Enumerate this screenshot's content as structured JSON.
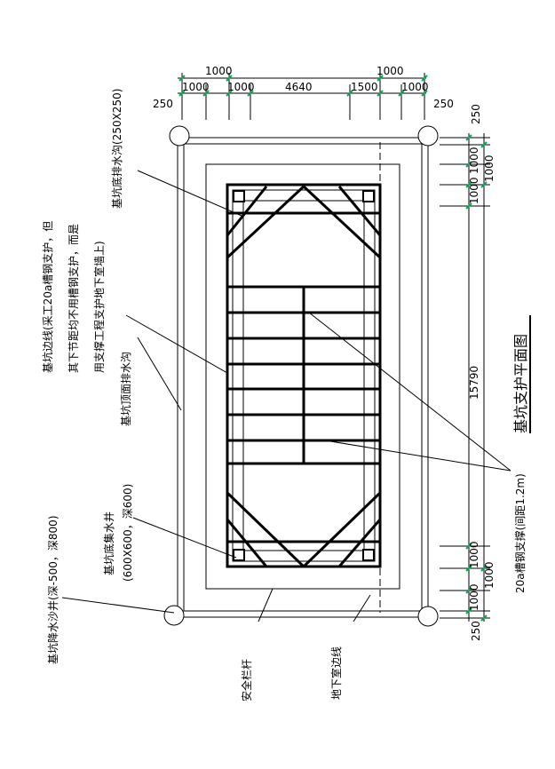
{
  "title": "基坑支护平面图",
  "dimensions": {
    "top_row1": [
      "1000",
      "1000"
    ],
    "top_row2": [
      "1000",
      "1000",
      "4640",
      "1500",
      "1000"
    ],
    "left_edge": "250",
    "right_edge": "250",
    "right_top": [
      "250",
      "1000",
      "1000",
      "1000"
    ],
    "right_middle": "15790",
    "right_bottom": [
      "1000",
      "1000",
      "1000",
      "250"
    ]
  },
  "labels": {
    "drain_ditch": "基坑底排水沟(250X250)",
    "edge_line_note": [
      "基坑边线(采工20a槽钢支护，但",
      "其下节距均不用槽钢支护，而是",
      "用支撑工程支护地下室墙上)"
    ],
    "surface_drain": "基坑顶面排水沟",
    "sump": [
      "基坑底集水井",
      "(600X600，深600)"
    ],
    "sand_well": "基坑降水沙井(深-500，深800)",
    "railing": "安全栏杆",
    "basement_line": "地下室边线",
    "steel_strut": "20a槽钢支撑(间距1.2m)"
  }
}
